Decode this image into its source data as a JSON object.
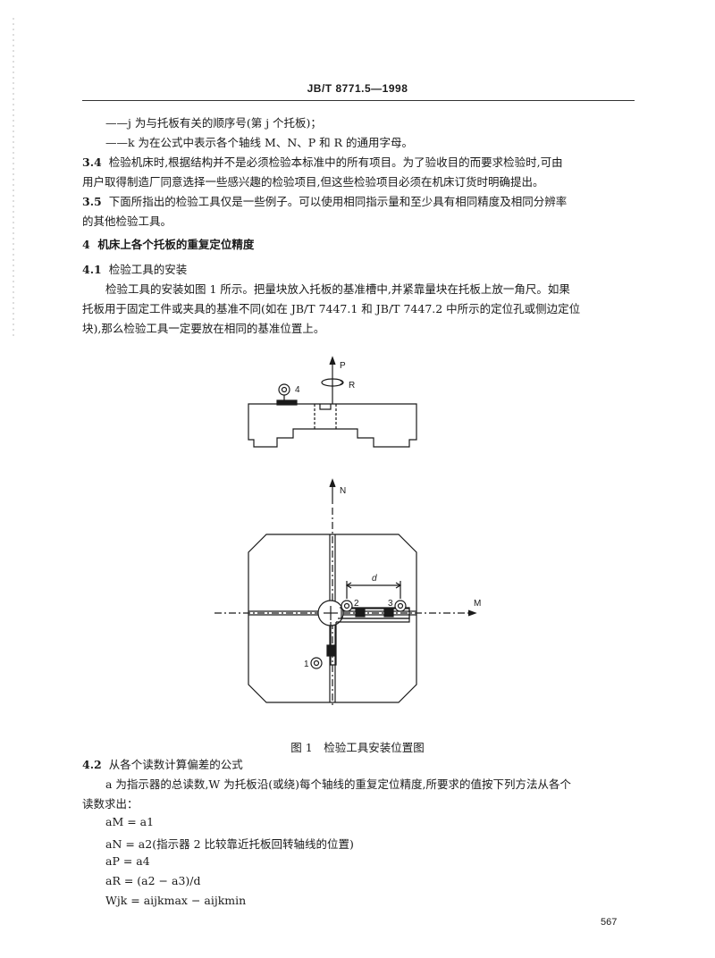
{
  "header": {
    "title": "JB/T 8771.5—1998"
  },
  "defs": {
    "j_line": "——j 为与托板有关的顺序号(第 j 个托板)；",
    "k_line": "——k 为在公式中表示各个轴线 M、N、P 和 R 的通用字母。"
  },
  "sec_3_4": {
    "num": "3.4",
    "line1": "检验机床时,根据结构并不是必须检验本标准中的所有项目。为了验收目的而要求检验时,可由",
    "line2": "用户取得制造厂同意选择一些感兴趣的检验项目,但这些检验项目必须在机床订货时明确提出。"
  },
  "sec_3_5": {
    "num": "3.5",
    "line1": "下面所指出的检验工具仅是一些例子。可以使用相同指示量和至少具有相同精度及相同分辨率",
    "line2": "的其他检验工具。"
  },
  "sec_4": {
    "num": "4",
    "title": "机床上各个托板的重复定位精度"
  },
  "sec_4_1": {
    "num": "4.1",
    "title": "检验工具的安装",
    "line1": "检验工具的安装如图 1 所示。把量块放入托板的基准槽中,并紧靠量块在托板上放一角尺。如果",
    "line2": "托板用于固定工件或夹具的基准不同(如在 JB/T 7447.1 和 JB/T 7447.2 中所示的定位孔或侧边定位",
    "line3": "块),那么检验工具一定要放在相同的基准位置上。"
  },
  "figure": {
    "label_P": "P",
    "label_R": "R",
    "label_N": "N",
    "label_M": "M",
    "label_d": "d",
    "ind_1": "1",
    "ind_2": "2",
    "ind_3": "3",
    "ind_4": "4",
    "caption": "图 1　检验工具安装位置图"
  },
  "sec_4_2": {
    "num": "4.2",
    "title": "从各个读数计算偏差的公式",
    "line1": "a 为指示器的总读数,W 为托板沿(或绕)每个轴线的重复定位精度,所要求的值按下列方法从各个",
    "line2": "读数求出："
  },
  "formulas": {
    "f1": "aM = a1",
    "f2": "aN = a2(指示器 2 比较靠近托板回转轴线的位置)",
    "f3": "aP = a4",
    "f4": "aR = (a2 − a3)/d",
    "f5": "Wjk = aijkmax − aijkmin"
  },
  "footer": {
    "page": "567"
  }
}
